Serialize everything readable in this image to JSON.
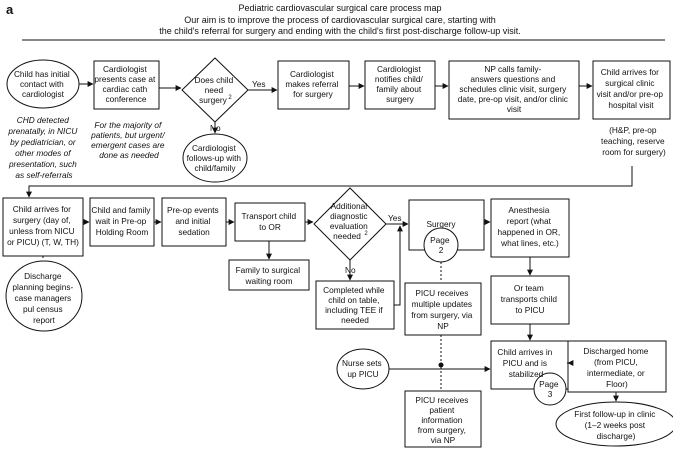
{
  "panel_label": "a",
  "title": "Pediatric cardiovascular surgical care process map",
  "subtitle": [
    "Our aim is to improve the process of cardiovascular surgical care, starting with",
    "the child's referral for surgery and ending with the child's first post-discharge follow-up visit."
  ],
  "nodes": {
    "start": [
      "Child has initial",
      "contact with",
      "cardiologist"
    ],
    "chd_note": [
      "CHD detected",
      "prenatally, in NICU",
      "by pediatrician, or",
      "other modes of",
      "presentation, such",
      "as self-referrals"
    ],
    "cardio_presents": [
      "Cardiologist",
      "presents case at",
      "cardiac cath",
      "conference"
    ],
    "majority_note": [
      "For the majority of",
      "patients, but urgent/",
      "emergent cases are",
      "done as needed"
    ],
    "need_surgery": [
      "Does child",
      "need",
      "surgery"
    ],
    "need_surgery_sup": "2",
    "yes1": "Yes",
    "no1": "No",
    "cardio_follow": [
      "Cardiologist",
      "follows-up with",
      "child/family"
    ],
    "cardio_referral": [
      "Cardiologist",
      "makes referral",
      "for surgery"
    ],
    "cardio_notifies": [
      "Cardiologist",
      "notifies child/",
      "family about",
      "surgery"
    ],
    "np_calls": [
      "NP calls family-",
      "answers questions and",
      "schedules clinic visit, surgery",
      "date, pre-op visit, and/or clinic",
      "visit"
    ],
    "arrives_clinic": [
      "Child arrives for",
      "surgical clinic",
      "visit and/or pre-op",
      "hospital visit"
    ],
    "hp_note": [
      "(H&P, pre-op",
      "teaching, reserve",
      "room for surgery)"
    ],
    "arrives_surgery": [
      "Child arrives for",
      "surgery (day of,",
      "unless from NICU",
      "or PICU) (T, W, TH)"
    ],
    "discharge_planning": [
      "Discharge",
      "planning begins-",
      "case managers",
      "pul census",
      "report"
    ],
    "holding_room": [
      "Child and family",
      "wait in Pre-op",
      "Holding Room"
    ],
    "preop_events": [
      "Pre-op events",
      "and initial",
      "sedation"
    ],
    "transport_or": [
      "Transport child",
      "to OR"
    ],
    "family_waiting": [
      "Family to surgical",
      "waiting room"
    ],
    "additional_eval": [
      "Additional",
      "diagnostic",
      "evaluation",
      "needed"
    ],
    "additional_eval_sup": "2",
    "yes2": "Yes",
    "no2": "No",
    "completed_table": [
      "Completed while",
      "child on table,",
      "including TEE if",
      "needed"
    ],
    "surgery": "Surgery",
    "page2": [
      "Page",
      "2"
    ],
    "anesthesia_report": [
      "Anesthesia",
      "report (what",
      "happened in OR,",
      "what lines, etc.)"
    ],
    "picu_updates": [
      "PICU receives",
      "multiple updates",
      "from surgery, via",
      "NP"
    ],
    "or_team": [
      "Or team",
      "transports child",
      "to PICU"
    ],
    "nurse_sets": [
      "Nurse sets",
      "up PICU"
    ],
    "arrives_picu": [
      "Child arrives in",
      "PICU and is",
      "stabilized"
    ],
    "page3": [
      "Page",
      "3"
    ],
    "discharged_home": [
      "Discharged home",
      "(from PICU,",
      "intermediate, or",
      "Floor)"
    ],
    "first_followup": [
      "First follow-up in clinic",
      "(1–2 weeks post",
      "discharge)"
    ],
    "picu_info": [
      "PICU receives",
      "patient",
      "information",
      "from surgery,",
      "via NP"
    ]
  }
}
